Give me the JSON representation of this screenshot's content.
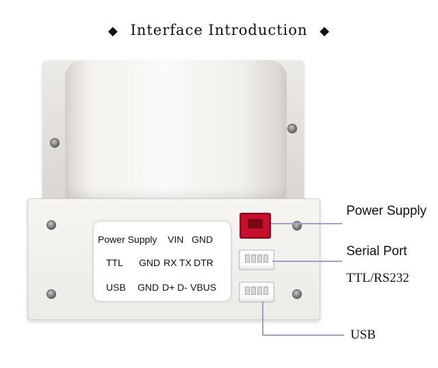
{
  "header": {
    "bullet_left": "◆",
    "title": "Interface Introduction",
    "bullet_right": "◆"
  },
  "label_card": {
    "row1": {
      "name": "Power Supply",
      "pins": [
        "VIN",
        "GND"
      ]
    },
    "row2": {
      "name": "TTL",
      "pins": [
        "GND",
        "RX",
        "TX",
        "DTR"
      ]
    },
    "row3": {
      "name": "USB",
      "pins": [
        "GND",
        "D+",
        "D-",
        "VBUS"
      ]
    }
  },
  "callouts": {
    "power": "Power Supply",
    "serial": "Serial Port",
    "serial_sub": "TTL/RS232",
    "usb": "USB"
  },
  "colors": {
    "power_connector": "#c8102e",
    "callout_line": "#9aa3c5"
  }
}
